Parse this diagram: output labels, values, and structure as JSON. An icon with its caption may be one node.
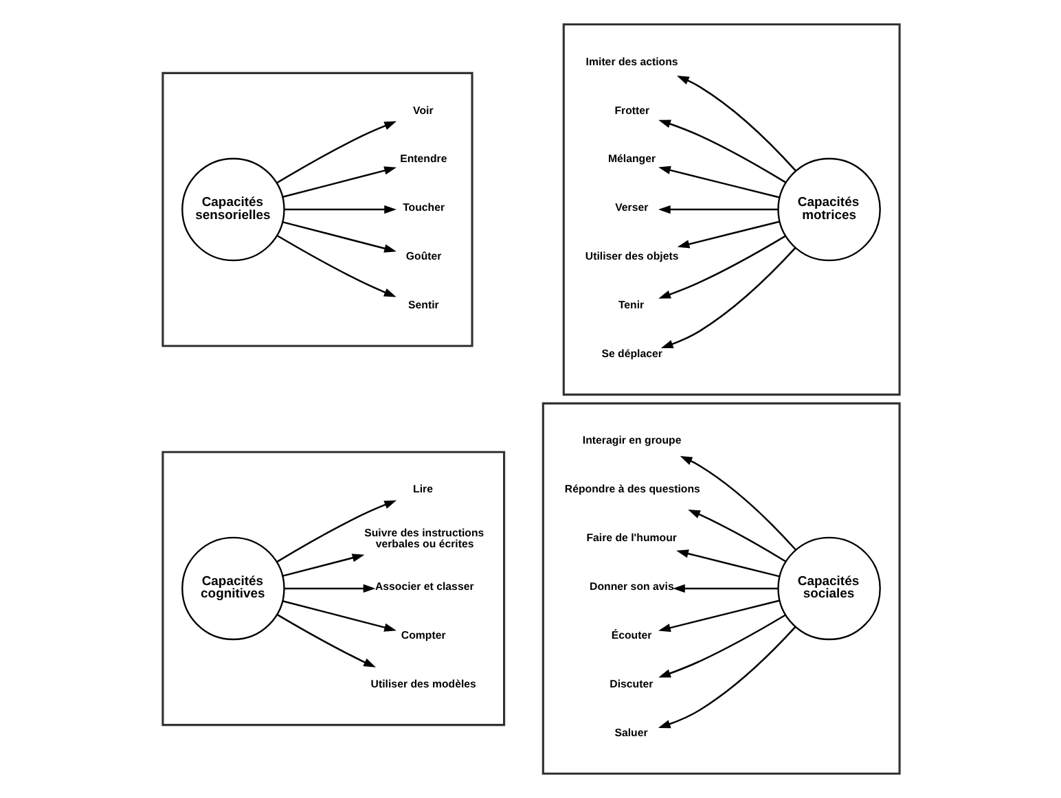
{
  "diagram": {
    "nodes": [
      {
        "text": [],
        "shape": "box"
      },
      {
        "text": [
          "Capacités sensorielles"
        ],
        "in": 0
      },
      {
        "text": [
          "Voir"
        ],
        "in": 0
      },
      {
        "text": [
          "Entendre"
        ],
        "in": 0
      },
      {
        "text": [
          "Toucher"
        ],
        "in": 0
      },
      {
        "text": [
          "Goûter"
        ],
        "in": 0
      },
      {
        "text": [
          "Sentir"
        ],
        "in": 0
      },
      {
        "text": [],
        "shape": "box"
      },
      {
        "text": [
          "Capacités motrices"
        ],
        "in": 7
      },
      {
        "text": [
          "Se déplacer"
        ],
        "in": 7
      },
      {
        "text": [
          "Tenir"
        ],
        "in": 7
      },
      {
        "text": [
          "Utiliser des objets"
        ],
        "in": 7
      },
      {
        "text": [
          "Verser"
        ],
        "in": 7
      },
      {
        "text": [
          "Mélanger"
        ],
        "in": 7
      },
      {
        "text": [
          "Frotter"
        ],
        "in": 7
      },
      {
        "text": [
          "Imiter des actions"
        ],
        "in": 7
      },
      {
        "text": [],
        "shape": "box"
      },
      {
        "text": [
          "Capacités cognitives"
        ],
        "in": 16
      },
      {
        "text": [
          "Lire"
        ],
        "in": 16
      },
      {
        "text": [
          "Suivre des instructions verbales ou écrites"
        ],
        "in": 16
      },
      {
        "text": [
          "Associer et classer"
        ],
        "in": 16
      },
      {
        "text": [
          "Compter"
        ],
        "in": 16
      },
      {
        "text": [
          "Utiliser des modèles"
        ],
        "in": 16
      },
      {
        "text": [],
        "shape": "box"
      },
      {
        "text": [
          "Capacités sociales"
        ],
        "in": 23
      },
      {
        "text": [
          "Saluer"
        ],
        "in": 23
      },
      {
        "text": [
          "Discuter"
        ],
        "in": 23
      },
      {
        "text": [
          "Écouter"
        ],
        "in": 23
      },
      {
        "text": [
          "Donner son avis"
        ],
        "in": 23
      },
      {
        "text": [
          "Faire de l'humour"
        ],
        "in": 23
      },
      {
        "text": [
          "Répondre à des questions"
        ],
        "in": 23
      },
      {
        "text": [
          "Interagir en groupe"
        ],
        "in": 23
      }
    ],
    "edges": [
      {
        "from": 1,
        "to": 2,
        "arrow": "to"
      },
      {
        "from": 1,
        "to": 3,
        "arrow": "to"
      },
      {
        "from": 1,
        "to": 4,
        "arrow": "to"
      },
      {
        "from": 1,
        "to": 5,
        "arrow": "to"
      },
      {
        "from": 1,
        "to": 6,
        "arrow": "to"
      },
      {
        "from": 8,
        "to": 9,
        "arrow": "to"
      },
      {
        "from": 8,
        "to": 10,
        "arrow": "to"
      },
      {
        "from": 8,
        "to": 11,
        "arrow": "to"
      },
      {
        "from": 8,
        "to": 12,
        "arrow": "to"
      },
      {
        "from": 8,
        "to": 13,
        "arrow": "to"
      },
      {
        "from": 8,
        "to": 14,
        "arrow": "to"
      },
      {
        "from": 8,
        "to": 15,
        "arrow": "to"
      },
      {
        "from": 17,
        "to": 18,
        "arrow": "to"
      },
      {
        "from": 17,
        "to": 19,
        "arrow": "to"
      },
      {
        "from": 17,
        "to": 20,
        "arrow": "to"
      },
      {
        "from": 17,
        "to": 21,
        "arrow": "to"
      },
      {
        "from": 17,
        "to": 22,
        "arrow": "to"
      },
      {
        "from": 24,
        "to": 25,
        "arrow": "to"
      },
      {
        "from": 24,
        "to": 26,
        "arrow": "to"
      },
      {
        "from": 24,
        "to": 27,
        "arrow": "to"
      },
      {
        "from": 24,
        "to": 28,
        "arrow": "to"
      },
      {
        "from": 24,
        "to": 29,
        "arrow": "to"
      },
      {
        "from": 24,
        "to": 30,
        "arrow": "to"
      },
      {
        "from": 24,
        "to": 31,
        "arrow": "to"
      }
    ]
  }
}
